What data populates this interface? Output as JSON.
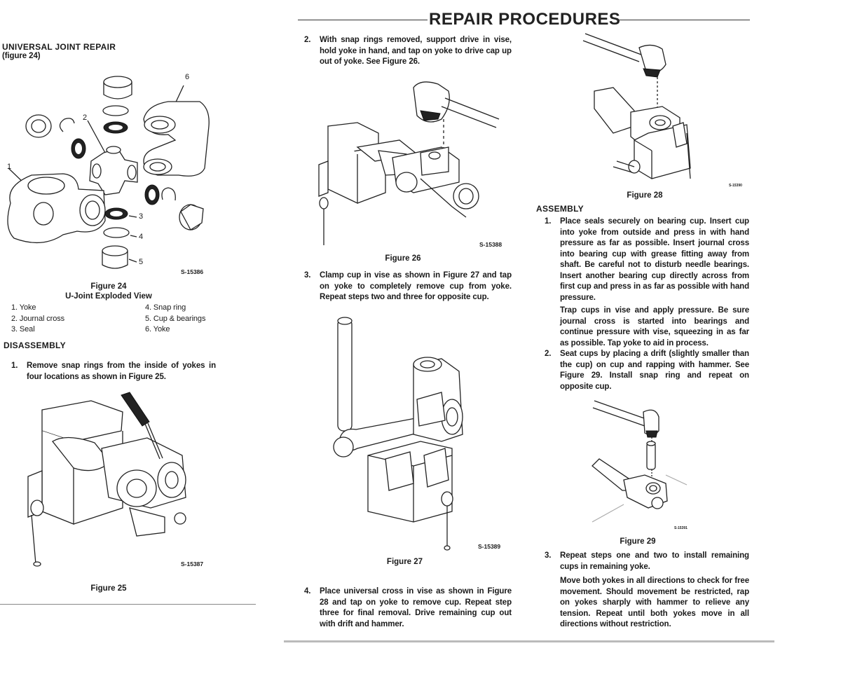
{
  "header": {
    "title": "REPAIR PROCEDURES"
  },
  "left": {
    "section_title": "UNIVERSAL JOINT REPAIR",
    "section_ref": "(figure 24)",
    "fig24": {
      "callouts": [
        "1",
        "2",
        "3",
        "4",
        "5",
        "6"
      ],
      "code": "S-15386",
      "caption": "Figure 24",
      "subtitle": "U-Joint Exploded View",
      "legend": [
        "1. Yoke",
        "2. Journal cross",
        "3. Seal",
        "4. Snap ring",
        "5. Cup & bearings",
        "6. Yoke"
      ]
    },
    "disassembly_title": "DISASSEMBLY",
    "step1": {
      "num": "1.",
      "text": "Remove snap rings from the inside of yokes in four locations as shown in Figure 25."
    },
    "fig25": {
      "code": "S-15387",
      "caption": "Figure 25"
    }
  },
  "middle": {
    "step2": {
      "num": "2.",
      "text": "With snap rings removed, support drive in vise, hold yoke in hand, and tap on yoke to drive cap up out of yoke. See Figure 26."
    },
    "fig26": {
      "code": "S-15388",
      "caption": "Figure 26"
    },
    "step3": {
      "num": "3.",
      "text": "Clamp cup in vise as shown in Figure 27 and tap on yoke to completely remove cup from yoke. Repeat steps two and three for opposite cup."
    },
    "fig27": {
      "code": "S-15389",
      "caption": "Figure 27"
    },
    "step4": {
      "num": "4.",
      "text": "Place universal cross in vise as shown in Figure 28 and tap on yoke to remove cup. Repeat step three for final removal. Drive remaining cup out with drift and hammer."
    }
  },
  "right": {
    "fig28": {
      "code": "S-15390",
      "caption": "Figure 28"
    },
    "assembly_title": "ASSEMBLY",
    "step1": {
      "num": "1.",
      "text": "Place seals securely on bearing cup. Insert cup into yoke from outside and press in with hand pressure as far as possible. Insert journal cross into bearing cup with grease fitting away from shaft. Be careful not to disturb needle bearings. Insert another bearing cup directly across from first cup and press in as far as possible with hand pressure."
    },
    "step1_para": "Trap cups in vise and apply pressure. Be sure journal cross is started into bearings and continue pressure with vise, squeezing in as far as possible. Tap yoke to aid in process.",
    "step2": {
      "num": "2.",
      "text": "Seat cups by placing a drift (slightly smaller than the cup) on cup and rapping with hammer. See Figure 29. Install snap ring and repeat on opposite cup."
    },
    "fig29": {
      "code": "S-15391",
      "caption": "Figure 29"
    },
    "step3": {
      "num": "3.",
      "text": "Repeat steps one and two to install remaining cups in remaining yoke."
    },
    "step3_para": "Move both yokes in all directions to check for free movement. Should movement be restricted, rap on yokes sharply with hammer to relieve any tension. Repeat until both yokes move in all directions without restriction."
  }
}
